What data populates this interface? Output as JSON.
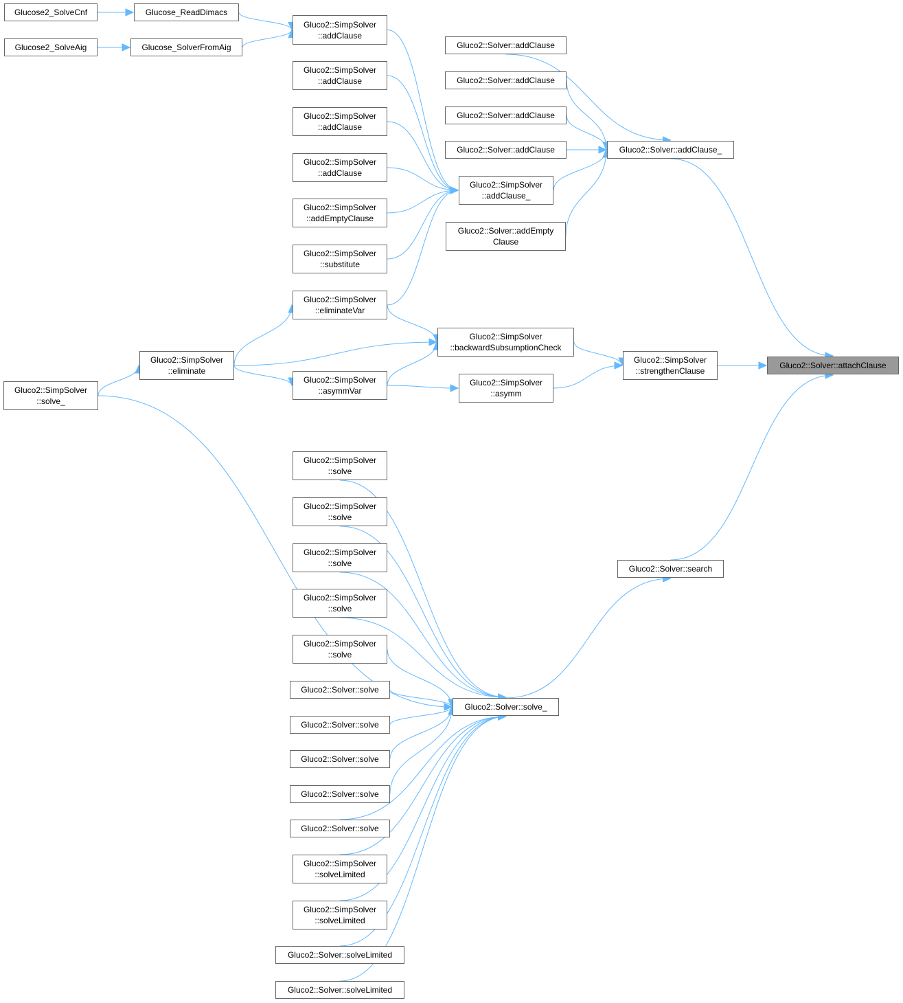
{
  "colors": {
    "edge": "#63b8ff",
    "border": "#666666",
    "current": "#999999"
  },
  "nodes": [
    {
      "id": "n0",
      "lines": [
        "Glucose2_SolveCnf"
      ]
    },
    {
      "id": "n1",
      "lines": [
        "Glucose_ReadDimacs"
      ]
    },
    {
      "id": "n2",
      "lines": [
        "Glucose2_SolveAig"
      ]
    },
    {
      "id": "n3",
      "lines": [
        "Glucose_SolverFromAig"
      ]
    },
    {
      "id": "n4",
      "lines": [
        "Gluco2::SimpSolver",
        "::addClause"
      ]
    },
    {
      "id": "n5",
      "lines": [
        "Gluco2::SimpSolver",
        "::addClause"
      ]
    },
    {
      "id": "n6",
      "lines": [
        "Gluco2::SimpSolver",
        "::addClause"
      ]
    },
    {
      "id": "n7",
      "lines": [
        "Gluco2::SimpSolver",
        "::addClause"
      ]
    },
    {
      "id": "n8",
      "lines": [
        "Gluco2::SimpSolver",
        "::addEmptyClause"
      ]
    },
    {
      "id": "n9",
      "lines": [
        "Gluco2::SimpSolver",
        "::substitute"
      ]
    },
    {
      "id": "n10",
      "lines": [
        "Gluco2::SimpSolver",
        "::eliminateVar"
      ]
    },
    {
      "id": "n11",
      "lines": [
        "Gluco2::SimpSolver",
        "::eliminate"
      ]
    },
    {
      "id": "n12",
      "lines": [
        "Gluco2::SimpSolver",
        "::solve_"
      ]
    },
    {
      "id": "n13",
      "lines": [
        "Gluco2::SimpSolver",
        "::asymmVar"
      ]
    },
    {
      "id": "n14",
      "lines": [
        "Gluco2::SimpSolver",
        "::backwardSubsumptionCheck"
      ]
    },
    {
      "id": "n15",
      "lines": [
        "Gluco2::SimpSolver",
        "::asymm"
      ]
    },
    {
      "id": "n16",
      "lines": [
        "Gluco2::SimpSolver",
        "::addClause_"
      ]
    },
    {
      "id": "n17",
      "lines": [
        "Gluco2::Solver::addClause"
      ]
    },
    {
      "id": "n18",
      "lines": [
        "Gluco2::Solver::addClause"
      ]
    },
    {
      "id": "n19",
      "lines": [
        "Gluco2::Solver::addClause"
      ]
    },
    {
      "id": "n20",
      "lines": [
        "Gluco2::Solver::addClause"
      ]
    },
    {
      "id": "n21",
      "lines": [
        "Gluco2::Solver::addEmpty",
        "Clause"
      ]
    },
    {
      "id": "n22",
      "lines": [
        "Gluco2::Solver::addClause_"
      ]
    },
    {
      "id": "n23",
      "lines": [
        "Gluco2::SimpSolver",
        "::strengthenClause"
      ]
    },
    {
      "id": "n24",
      "lines": [
        "Gluco2::Solver::attachClause"
      ],
      "current": true
    },
    {
      "id": "n25",
      "lines": [
        "Gluco2::Solver::search"
      ]
    },
    {
      "id": "n26",
      "lines": [
        "Gluco2::Solver::solve_"
      ]
    },
    {
      "id": "n27",
      "lines": [
        "Gluco2::SimpSolver",
        "::solve"
      ]
    },
    {
      "id": "n28",
      "lines": [
        "Gluco2::SimpSolver",
        "::solve"
      ]
    },
    {
      "id": "n29",
      "lines": [
        "Gluco2::SimpSolver",
        "::solve"
      ]
    },
    {
      "id": "n30",
      "lines": [
        "Gluco2::SimpSolver",
        "::solve"
      ]
    },
    {
      "id": "n31",
      "lines": [
        "Gluco2::SimpSolver",
        "::solve"
      ]
    },
    {
      "id": "n32",
      "lines": [
        "Gluco2::Solver::solve"
      ]
    },
    {
      "id": "n33",
      "lines": [
        "Gluco2::Solver::solve"
      ]
    },
    {
      "id": "n34",
      "lines": [
        "Gluco2::Solver::solve"
      ]
    },
    {
      "id": "n35",
      "lines": [
        "Gluco2::Solver::solve"
      ]
    },
    {
      "id": "n36",
      "lines": [
        "Gluco2::Solver::solve"
      ]
    },
    {
      "id": "n37",
      "lines": [
        "Gluco2::SimpSolver",
        "::solveLimited"
      ]
    },
    {
      "id": "n38",
      "lines": [
        "Gluco2::SimpSolver",
        "::solveLimited"
      ]
    },
    {
      "id": "n39",
      "lines": [
        "Gluco2::Solver::solveLimited"
      ]
    },
    {
      "id": "n40",
      "lines": [
        "Gluco2::Solver::solveLimited"
      ]
    }
  ],
  "edges": [
    [
      "n0",
      "n1"
    ],
    [
      "n1",
      "n4"
    ],
    [
      "n2",
      "n3"
    ],
    [
      "n3",
      "n4"
    ],
    [
      "n4",
      "n16"
    ],
    [
      "n5",
      "n16"
    ],
    [
      "n6",
      "n16"
    ],
    [
      "n7",
      "n16"
    ],
    [
      "n8",
      "n16"
    ],
    [
      "n9",
      "n16"
    ],
    [
      "n10",
      "n16"
    ],
    [
      "n17",
      "n22"
    ],
    [
      "n18",
      "n22"
    ],
    [
      "n19",
      "n22"
    ],
    [
      "n20",
      "n22"
    ],
    [
      "n16",
      "n22"
    ],
    [
      "n21",
      "n22"
    ],
    [
      "n22",
      "n24"
    ],
    [
      "n23",
      "n24"
    ],
    [
      "n25",
      "n24"
    ],
    [
      "n10",
      "n14"
    ],
    [
      "n11",
      "n14"
    ],
    [
      "n13",
      "n14"
    ],
    [
      "n14",
      "n23"
    ],
    [
      "n15",
      "n23"
    ],
    [
      "n11",
      "n10"
    ],
    [
      "n11",
      "n13"
    ],
    [
      "n13",
      "n15"
    ],
    [
      "n12",
      "n11"
    ],
    [
      "n12",
      "n26"
    ],
    [
      "n27",
      "n26"
    ],
    [
      "n28",
      "n26"
    ],
    [
      "n29",
      "n26"
    ],
    [
      "n30",
      "n26"
    ],
    [
      "n31",
      "n26"
    ],
    [
      "n32",
      "n26"
    ],
    [
      "n33",
      "n26"
    ],
    [
      "n34",
      "n26"
    ],
    [
      "n35",
      "n26"
    ],
    [
      "n36",
      "n26"
    ],
    [
      "n37",
      "n26"
    ],
    [
      "n38",
      "n26"
    ],
    [
      "n39",
      "n26"
    ],
    [
      "n40",
      "n26"
    ],
    [
      "n26",
      "n25"
    ]
  ]
}
